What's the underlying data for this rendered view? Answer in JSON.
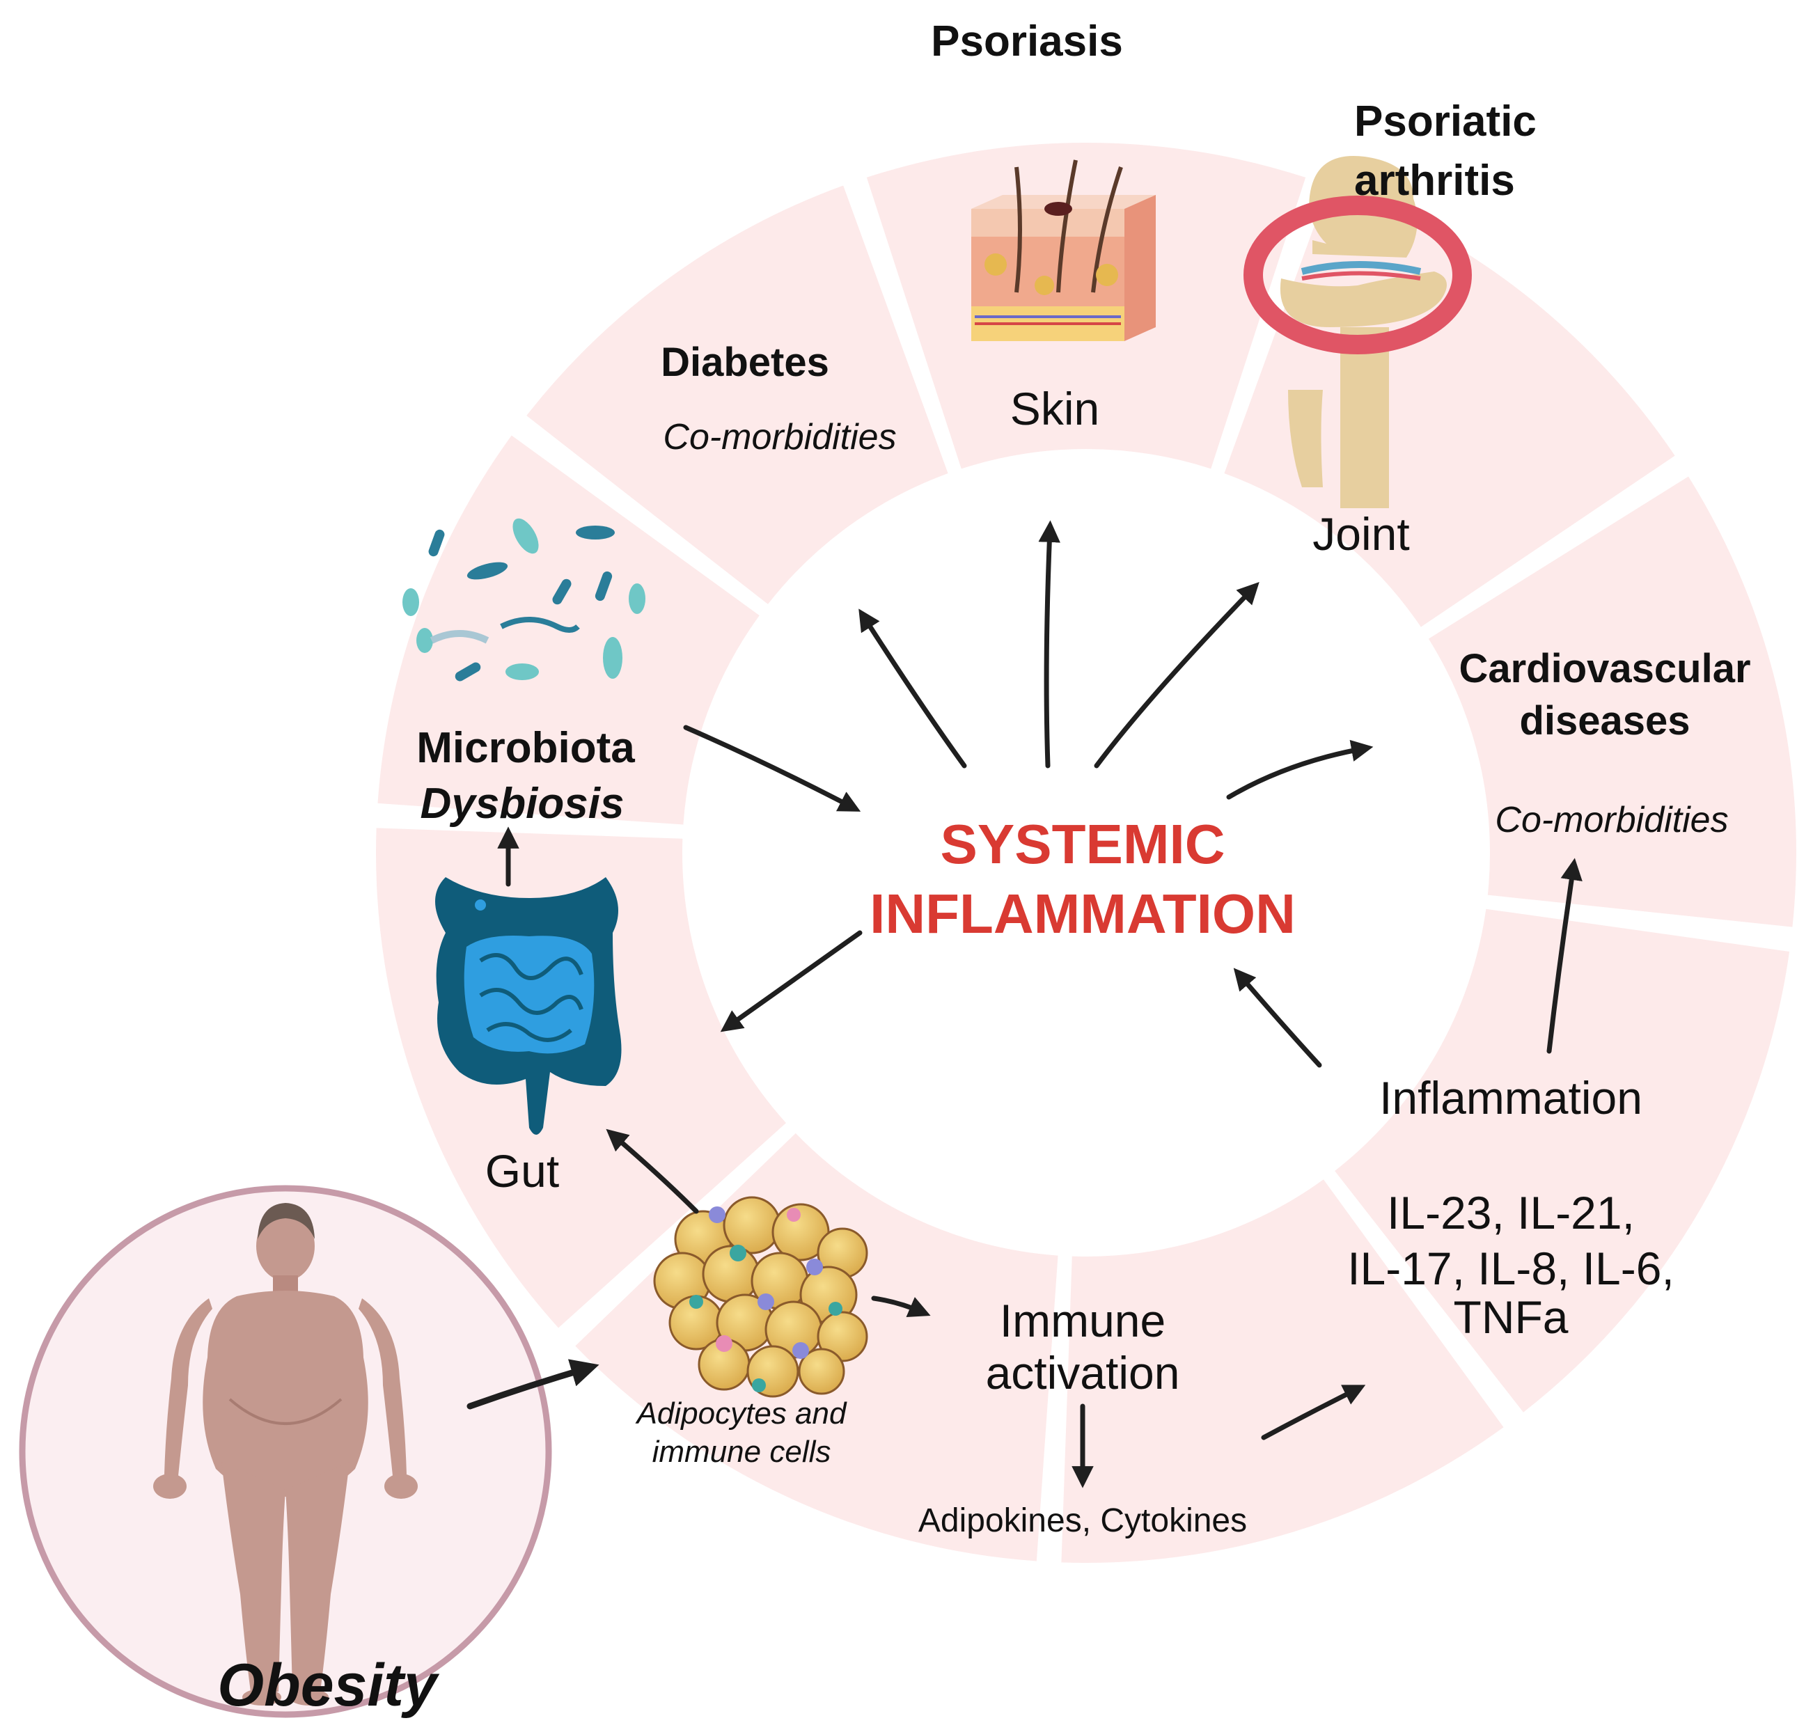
{
  "center": {
    "line1": "SYSTEMIC",
    "line2": "INFLAMMATION"
  },
  "segments": {
    "psoriasis": {
      "title": "Psoriasis",
      "label": "Skin"
    },
    "psoriatic_arthritis": {
      "title_line1": "Psoriatic",
      "title_line2": "arthritis",
      "label": "Joint"
    },
    "cardiovascular": {
      "title_line1": "Cardiovascular",
      "title_line2": "diseases",
      "note": "Co-morbidities"
    },
    "inflammation": {
      "title": "Inflammation",
      "cytokines_line1": "IL-23, IL-21,",
      "cytokines_line2": "IL-17, IL-8, IL-6,",
      "cytokines_line3": "TNFa"
    },
    "immune": {
      "title_line1": "Immune",
      "title_line2": "activation",
      "sub": "Adipokines, Cytokines"
    },
    "adipose": {
      "caption_line1": "Adipocytes and",
      "caption_line2": "immune cells"
    },
    "gut": {
      "label": "Gut"
    },
    "microbiota": {
      "title": "Microbiota",
      "sub": "Dysbiosis"
    },
    "diabetes": {
      "title": "Diabetes",
      "note": "Co-morbidities"
    }
  },
  "obesity": {
    "label": "Obesity"
  },
  "colors": {
    "segment_fill": "#fdeaea",
    "center_text": "#d93a32",
    "arrow": "#1f1f1f",
    "obesity_ring": "#c69aa8",
    "obesity_fill": "#fbeef1",
    "gut": "#0f5c7a",
    "gut_inner": "#2f9ee0",
    "body_skin": "#c4998f"
  }
}
